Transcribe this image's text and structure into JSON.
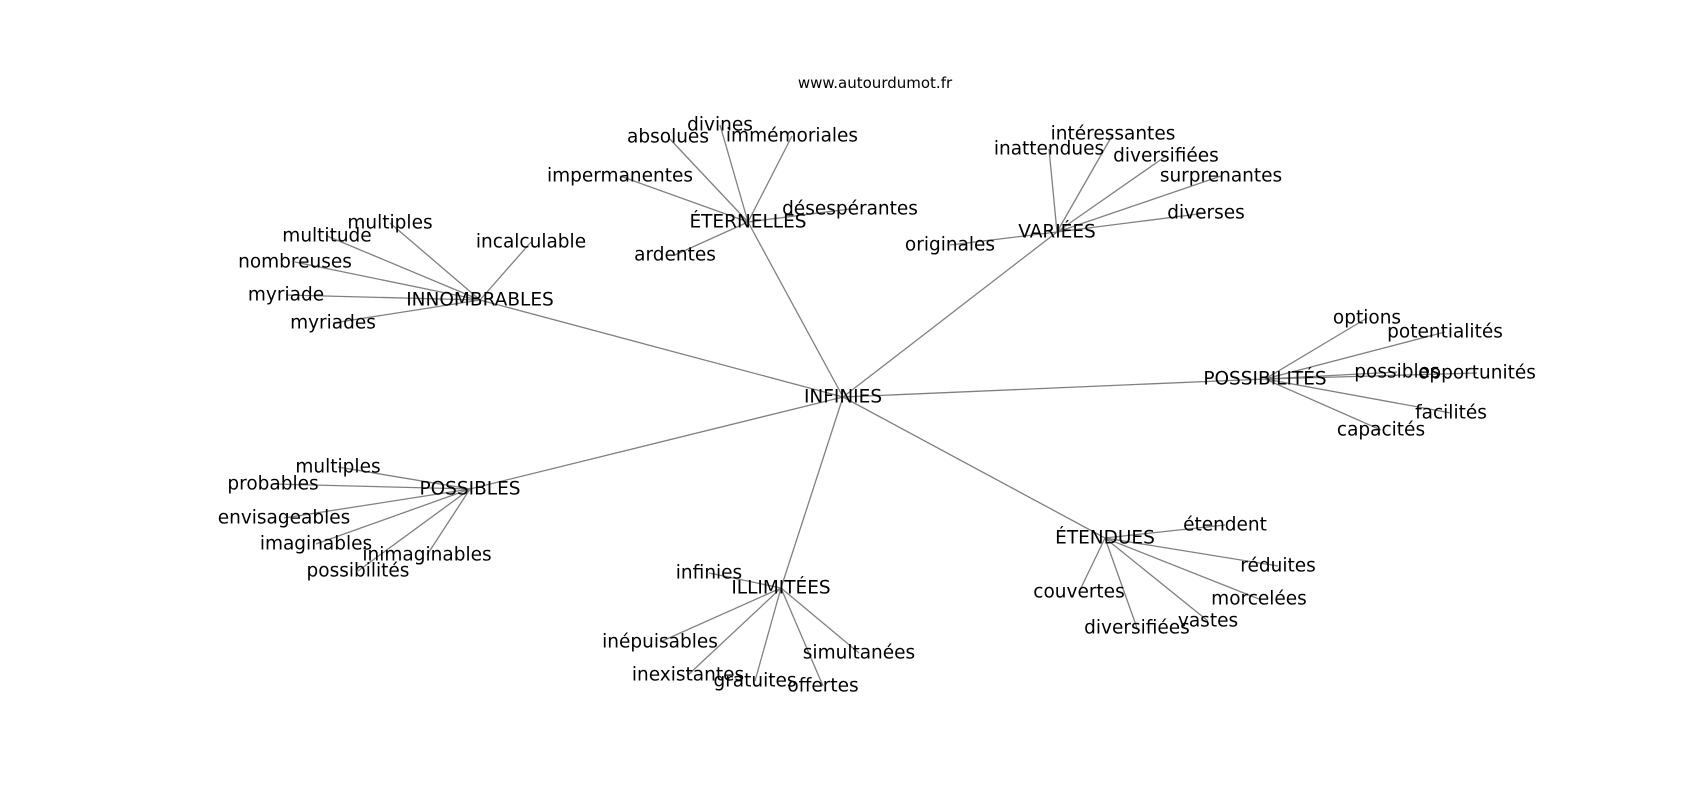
{
  "site": "www.autourdumot.fr",
  "center": "INFINIES",
  "hubs": [
    {
      "id": "eternelles",
      "label": "ÉTERNELLES",
      "leaves": [
        "divines",
        "absolues",
        "immémoriales",
        "impermanentes",
        "désespérantes",
        "ardentes"
      ]
    },
    {
      "id": "variees",
      "label": "VARIÉES",
      "leaves": [
        "intéressantes",
        "inattendues",
        "diversifiées",
        "surprenantes",
        "diverses",
        "originales"
      ]
    },
    {
      "id": "innombrables",
      "label": "INNOMBRABLES",
      "leaves": [
        "multiples",
        "multitude",
        "incalculable",
        "nombreuses",
        "myriade",
        "myriades"
      ]
    },
    {
      "id": "possibilites",
      "label": "POSSIBILITÉS",
      "leaves": [
        "options",
        "potentialités",
        "possibles",
        "opportunités",
        "facilités",
        "capacités"
      ]
    },
    {
      "id": "possibles",
      "label": "POSSIBLES",
      "leaves": [
        "multiples",
        "probables",
        "envisageables",
        "imaginables",
        "inimaginables",
        "possibilités"
      ]
    },
    {
      "id": "etendues",
      "label": "ÉTENDUES",
      "leaves": [
        "étendent",
        "réduites",
        "couvertes",
        "morcelées",
        "vastes",
        "diversifiées"
      ]
    },
    {
      "id": "illimitees",
      "label": "ILLIMITÉES",
      "leaves": [
        "infinies",
        "inépuisables",
        "simultanées",
        "inexistantes",
        "gratuites",
        "offertes"
      ]
    }
  ]
}
